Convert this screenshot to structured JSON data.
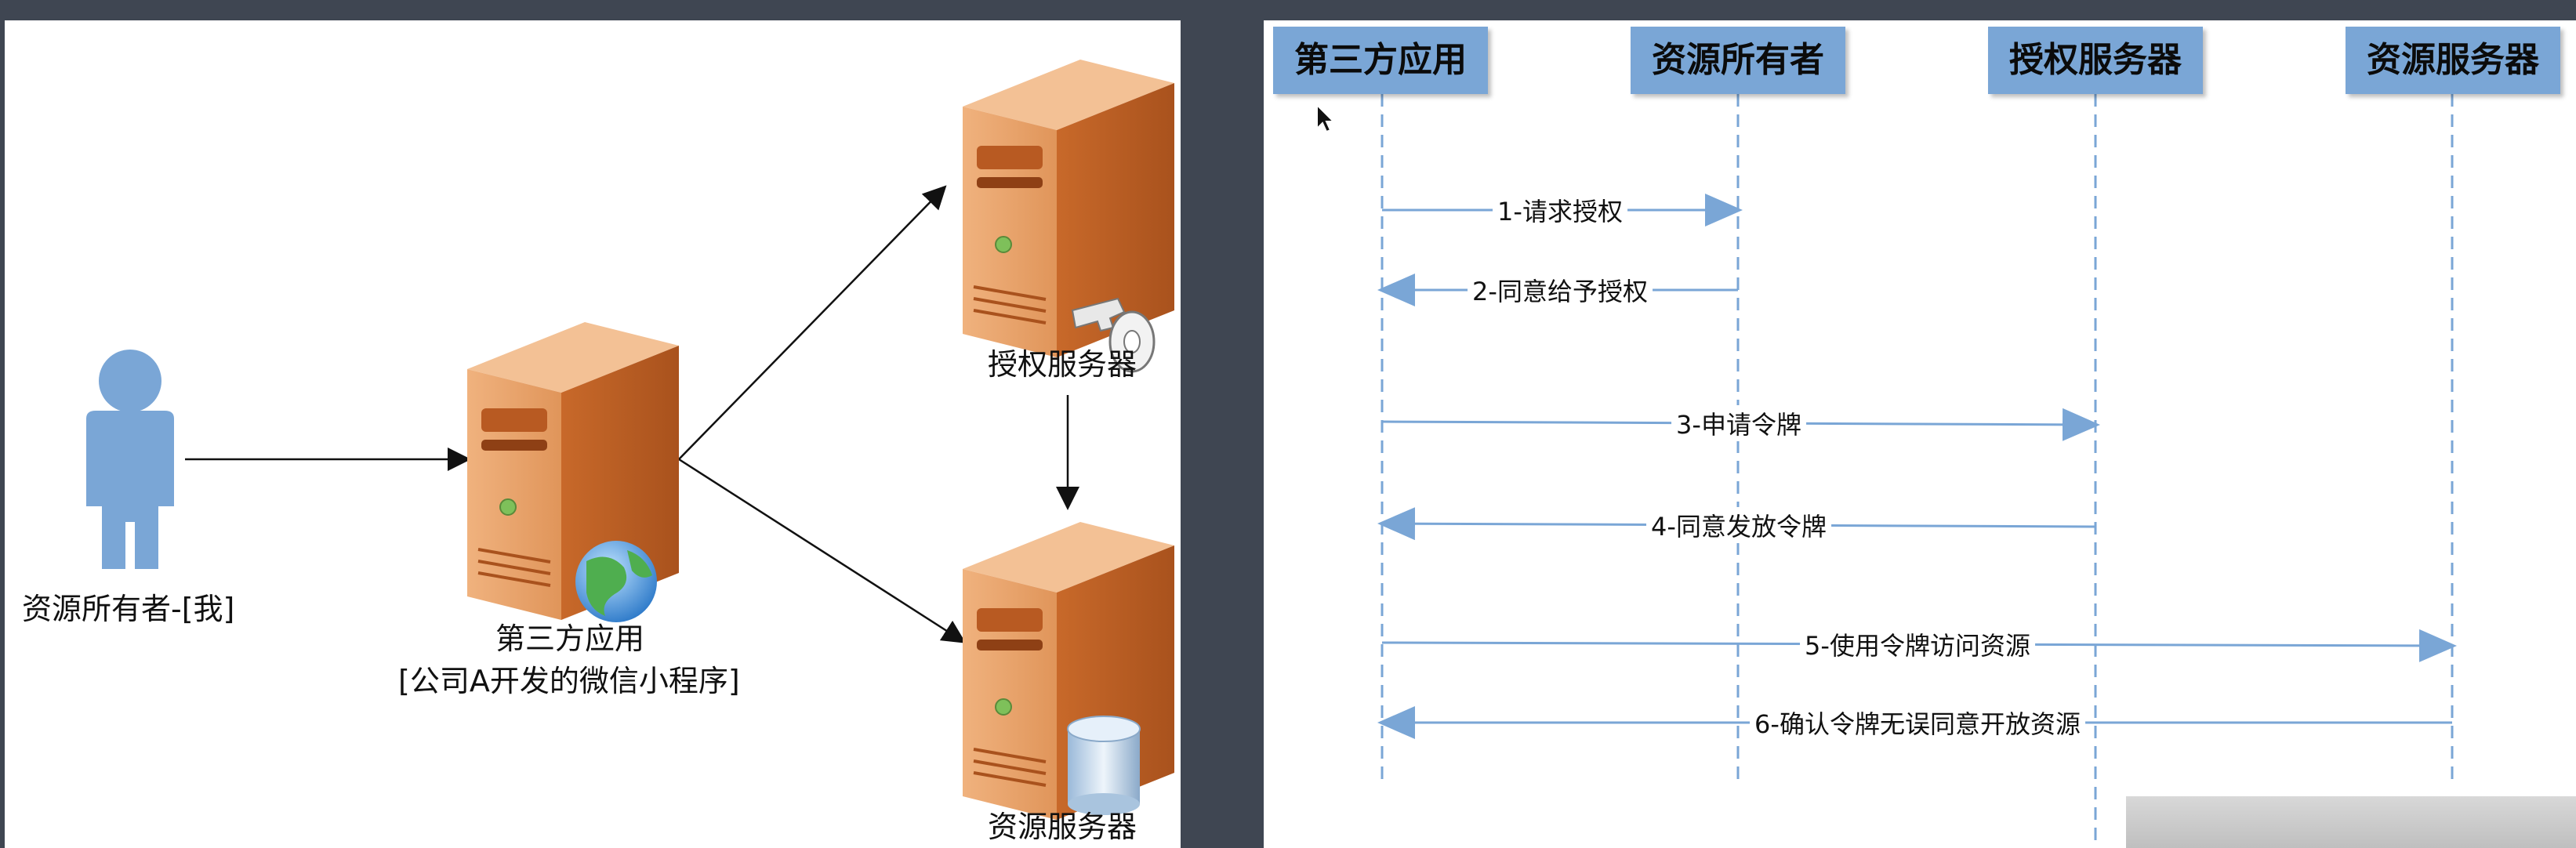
{
  "left_diagram": {
    "resource_owner": "资源所有者-[我]",
    "third_party_app": "第三方应用",
    "third_party_app_note": "[公司A开发的微信小程序]",
    "auth_server": "授权服务器",
    "resource_server": "资源服务器"
  },
  "sequence": {
    "participants": [
      "第三方应用",
      "资源所有者",
      "授权服务器",
      "资源服务器"
    ],
    "messages": [
      "1-请求授权",
      "2-同意给予授权",
      "3-申请令牌",
      "4-同意发放令牌",
      "5-使用令牌访问资源",
      "6-确认令牌无误同意开放资源"
    ]
  },
  "colors": {
    "server_orange": "#d9823f",
    "person_blue": "#7aa6d6",
    "header_blue": "#7aa6d6",
    "lifeline": "#7aa6d6"
  },
  "icons": [
    "person-icon",
    "server-icon",
    "globe-icon",
    "key-icon",
    "database-icon",
    "mouse-cursor-icon"
  ]
}
